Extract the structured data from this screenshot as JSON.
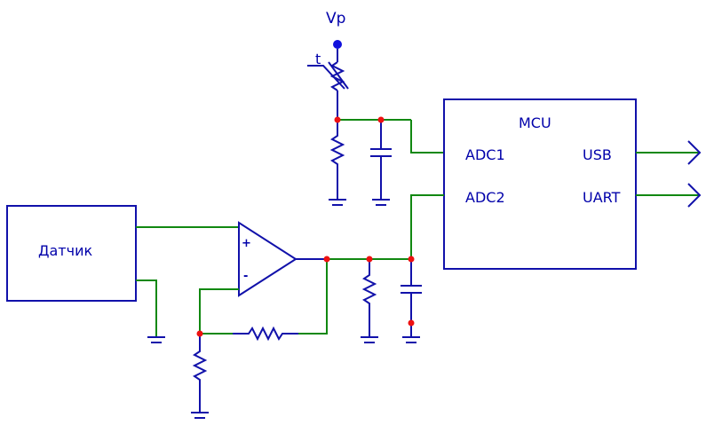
{
  "supply": {
    "label": "Vp"
  },
  "thermistor": {
    "label": "t"
  },
  "mcu": {
    "title": "MCU",
    "pins": {
      "adc1": "ADC1",
      "adc2": "ADC2",
      "usb": "USB",
      "uart": "UART"
    }
  },
  "sensor": {
    "label": "Датчик"
  },
  "opamp": {
    "plus": "+",
    "minus": "-"
  },
  "colors": {
    "wire": "#118811",
    "component": "#1111aa",
    "junction": "#ee1111",
    "text": "#0000aa"
  }
}
